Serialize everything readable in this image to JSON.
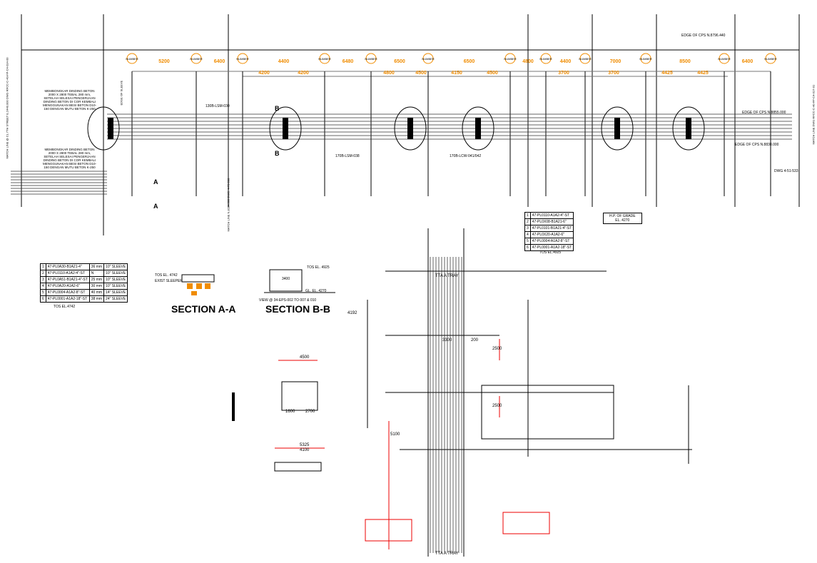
{
  "top": {
    "edge_label_top": "EDGE OF CPS N.8796.440",
    "edge_label_1": "EDGE OF CPS N.8855.000",
    "edge_label_2": "EDGE OF CPS N.8838.000",
    "match_line_left": "MATCH LINE @ CL 7TH STREET E.2440.000 DWG RFCC-C-40-FP-C4-014-00",
    "match_line_right": "MATCH LINE DWG RFCC-C-40-FP-C4-017-01",
    "match_line_mid": "MATCH LINE N.8284.000 DWG. 4-72-500",
    "dwg_ref": "DWG 4-51-533",
    "support_label": "NUMBER",
    "top_dims": [
      "5200",
      "6400",
      "4400",
      "6480",
      "6500",
      "6500",
      "4800",
      "4400",
      "7000",
      "8500",
      "6400"
    ],
    "sub_dims": [
      "4200",
      "4200",
      "4800",
      "4500",
      "4150",
      "4500",
      "3700",
      "3700",
      "4425",
      "4425"
    ],
    "callouts": [
      "130B-LSM-030",
      "170B-LSM-038",
      "170B-LCW-041/042"
    ],
    "notes": [
      "MEMBONGKAR DINDING BETON 2000 X 2800 TEBAL 280 mm, SETELAH SELESAI PENGERJAAN DINDING BETON DI COR KEMBALI MENGGUNAKAN BESI BETON D10-150 DENGAN MUTU BETON K-250",
      "MEMBONGKAR DINDING BETON 2000 X 2800 TEBAL 280 mm, SETELAH SELESAI PENGERJAAN DINDING BETON DI COR KEMBALI MENGGUNAKAN BESI BETON D10-150 DENGAN MUTU BETON K-250"
    ],
    "section_marks": [
      "A",
      "A",
      "B",
      "B"
    ],
    "edge_sleeve": "EDGE OF SLEEVE"
  },
  "table_left": {
    "rows": [
      [
        "1",
        "47-PL0A30-B1A21-4\"",
        "36 mm",
        "10\" SLEEVE"
      ],
      [
        "2",
        "47-PL0110-A1A2-4\"-ST",
        "N",
        "10\" SLEEVE"
      ],
      [
        "3",
        "47-PL0A51-B1A21-4\"-ST",
        "25 mm",
        "10\" SLEEVE"
      ],
      [
        "4",
        "47-PL0A20-A1A2-6\"",
        "30 mm",
        "10\" SLEEVE"
      ],
      [
        "5",
        "47-PL0004-A1A2-8\"-ST",
        "40 mm",
        "14\" SLEEVE"
      ],
      [
        "6",
        "47-PL0001-A1A2-18\"-ST",
        "38 mm",
        "24\" SLEEVE"
      ]
    ],
    "note": "TOS EL.4742"
  },
  "table_right": {
    "rows": [
      [
        "1",
        "47-PL0110-A1A2-4\"-ST"
      ],
      [
        "2",
        "47-PL0X08-B1A21-6\""
      ],
      [
        "3",
        "47-PL0101-B1A21-4\"-ST"
      ],
      [
        "4",
        "47-PL0X20-A1A2-6\""
      ],
      [
        "5",
        "47-PL0004-A1A2-8\"-ST"
      ],
      [
        "6",
        "47-PL0001-A1A2-18\"-ST"
      ]
    ],
    "note": "TOS EL.4925"
  },
  "grade_box": {
    "line1": "H.P. OF GRADE",
    "line2": "EL. 4270"
  },
  "section_a": {
    "title": "SECTION A-A",
    "tos": "TOS EL. 4742",
    "sleeper": "EXIST SLEEPER"
  },
  "section_b": {
    "title": "SECTION B-B",
    "tos": "TOS EL. 4925",
    "gl": "GL. EL. 4270",
    "width": "3400",
    "view": "VIEW @ 34-EPS-002 TO 007 & 010"
  },
  "lower": {
    "dims": [
      "4500",
      "2700",
      "1600",
      "5325",
      "4100",
      "4192",
      "2500",
      "2500",
      "3300",
      "200",
      "5100"
    ],
    "tray_label_top": "TTA A TRAY",
    "tray_label_bottom": "TTA A TRAY"
  },
  "colors": {
    "accent": "#f08c00",
    "red": "#e00000"
  }
}
